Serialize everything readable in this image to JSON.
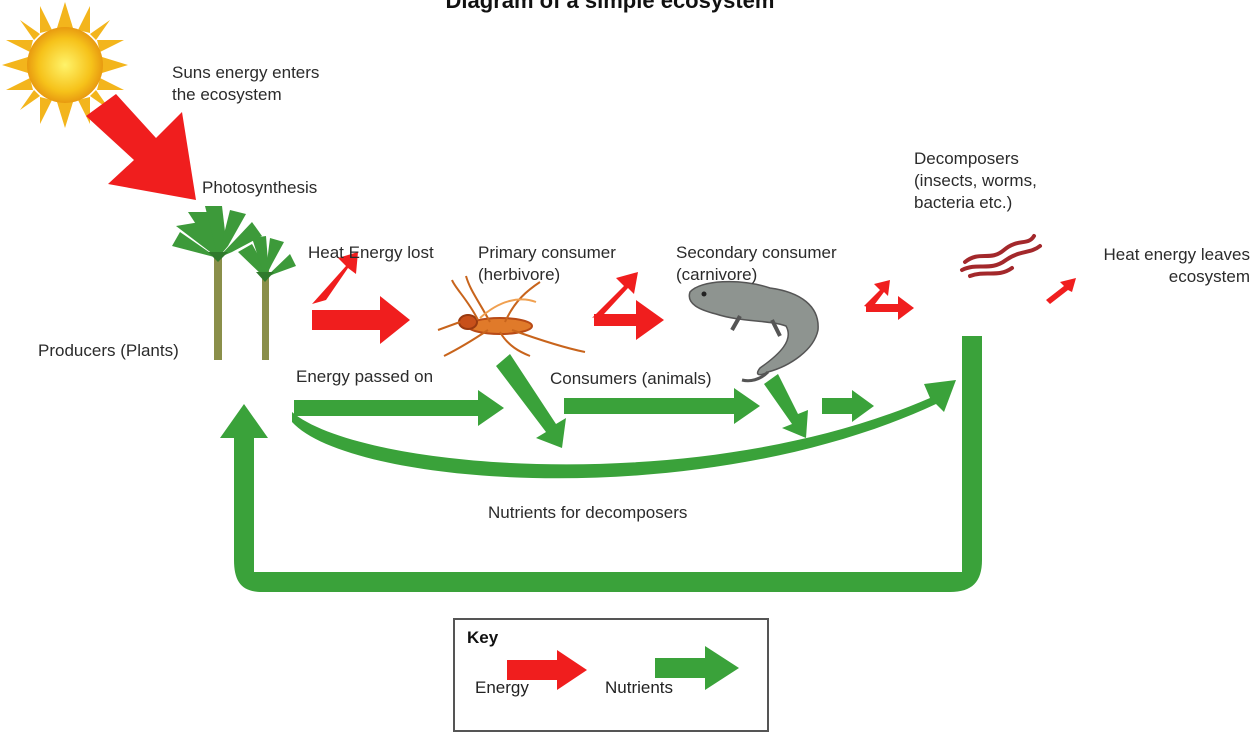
{
  "title": "Diagram of a simple ecosystem",
  "labels": {
    "sun_energy": [
      "Suns energy enters",
      "the ecosystem"
    ],
    "photosynthesis": "Photosynthesis",
    "producers": "Producers (Plants)",
    "heat_lost": "Heat Energy lost",
    "primary_consumer": [
      "Primary consumer",
      "(herbivore)"
    ],
    "secondary_consumer": [
      "Secondary consumer",
      "(carnivore)"
    ],
    "decomposers": [
      "Decomposers",
      "(insects, worms,",
      "bacteria etc.)"
    ],
    "heat_leaves": [
      "Heat energy leaves",
      "ecosystem"
    ],
    "energy_passed": "Energy passed on",
    "consumers": "Consumers (animals)",
    "nutrients_decomposers": "Nutrients for decomposers"
  },
  "key": {
    "title": "Key",
    "energy": "Energy",
    "nutrients": "Nutrients"
  },
  "colors": {
    "energy": "#f01e1e",
    "nutrients": "#3aa23a",
    "sun": "#f6c21a"
  }
}
